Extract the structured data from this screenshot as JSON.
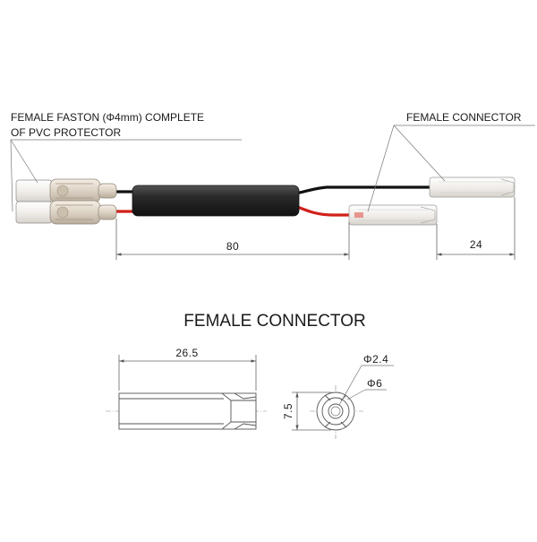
{
  "callouts": {
    "faston_line1": "FEMALE FASTON (Φ4mm) COMPLETE",
    "faston_line2": "OF PVC PROTECTOR",
    "female_connector": "FEMALE CONNECTOR"
  },
  "dimensions": {
    "cable_length": "80",
    "connector_offset": "24",
    "connector_length": "26.5",
    "connector_height": "7.5",
    "inner_diameter": "Φ2.4",
    "outer_diameter": "Φ6"
  },
  "detail_title": "FEMALE CONNECTOR",
  "colors": {
    "wire_black": "#111111",
    "wire_red": "#d0201a",
    "sleeve": "#2b2b2b",
    "connector_body": "#f1eeea"
  }
}
